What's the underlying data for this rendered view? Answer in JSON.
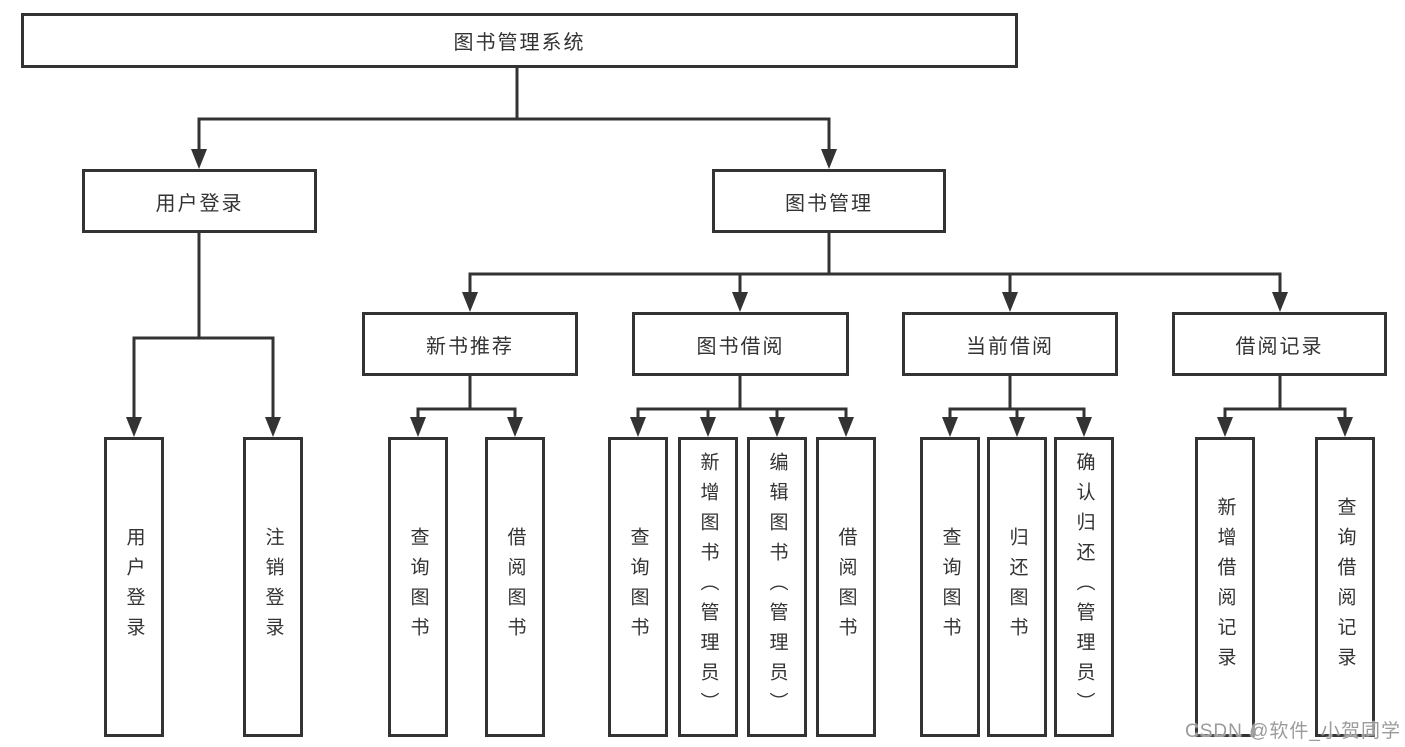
{
  "diagram": {
    "title": "图书管理系统",
    "type": "hierarchy-tree"
  },
  "nodes": {
    "root": "图书管理系统",
    "user_login_branch": "用户登录",
    "book_management": "图书管理",
    "new_book_recommend": "新书推荐",
    "book_borrowing": "图书借阅",
    "current_borrowing": "当前借阅",
    "borrowing_records": "借阅记录",
    "user_login": "用户登录",
    "logout": "注销登录",
    "query_books_1": "查询图书",
    "borrow_books_1": "借阅图书",
    "query_books_2": "查询图书",
    "add_books_admin": "新增图书（管理员）",
    "edit_books_admin": "编辑图书（管理员）",
    "borrow_books_2": "借阅图书",
    "query_books_3": "查询图书",
    "return_books": "归还图书",
    "confirm_return_admin": "确认归还（管理员）",
    "add_borrow_record": "新增借阅记录",
    "query_borrow_record": "查询借阅记录"
  },
  "edges": [
    [
      "root",
      "user_login_branch"
    ],
    [
      "root",
      "book_management"
    ],
    [
      "user_login_branch",
      "user_login"
    ],
    [
      "user_login_branch",
      "logout"
    ],
    [
      "book_management",
      "new_book_recommend"
    ],
    [
      "book_management",
      "book_borrowing"
    ],
    [
      "book_management",
      "current_borrowing"
    ],
    [
      "book_management",
      "borrowing_records"
    ],
    [
      "new_book_recommend",
      "query_books_1"
    ],
    [
      "new_book_recommend",
      "borrow_books_1"
    ],
    [
      "book_borrowing",
      "query_books_2"
    ],
    [
      "book_borrowing",
      "add_books_admin"
    ],
    [
      "book_borrowing",
      "edit_books_admin"
    ],
    [
      "book_borrowing",
      "borrow_books_2"
    ],
    [
      "current_borrowing",
      "query_books_3"
    ],
    [
      "current_borrowing",
      "return_books"
    ],
    [
      "current_borrowing",
      "confirm_return_admin"
    ],
    [
      "borrowing_records",
      "add_borrow_record"
    ],
    [
      "borrowing_records",
      "query_borrow_record"
    ]
  ],
  "watermark": {
    "text": "CSDN @软件_小贺同学",
    "color": "#9b9b9b"
  },
  "colors": {
    "line": "#333333",
    "box_border": "#333333",
    "box_background": "#ffffff",
    "text": "#333333",
    "background": "#ffffff"
  }
}
